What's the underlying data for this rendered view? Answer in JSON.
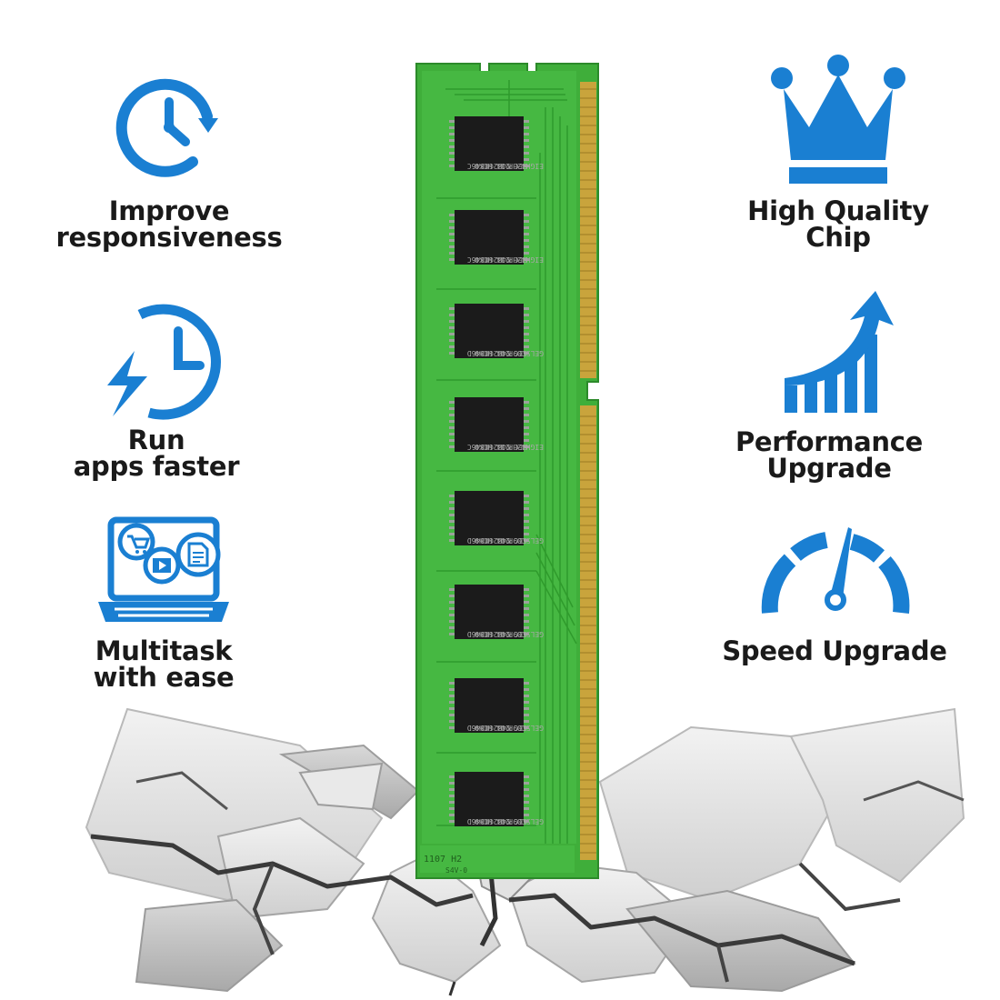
{
  "features_left": [
    {
      "line1": "Improve",
      "line2": "responsiveness",
      "icon": "clock-refresh-icon"
    },
    {
      "line1": "Run",
      "line2": "apps faster",
      "icon": "clock-lightning-icon"
    },
    {
      "line1": "Multitask",
      "line2": "with ease",
      "icon": "laptop-multitask-icon"
    }
  ],
  "features_right": [
    {
      "line1": "High Quality Chip",
      "line2": "",
      "icon": "crown-icon"
    },
    {
      "line1": "Performance",
      "line2": "Upgrade",
      "icon": "growth-chart-icon"
    },
    {
      "line1": "Speed Upgrade",
      "line2": "",
      "icon": "speedometer-icon"
    }
  ],
  "colors": {
    "accent_blue": "#1a7fd2",
    "pcb_green": "#3fae3a",
    "chip_black": "#1b1b1b",
    "gold_contact": "#c9a43c"
  },
  "ram_module": {
    "chip_labels": [
      [
        "K4B2G0846C",
        "SEC 234 HCK0",
        "EIGH42HP"
      ],
      [
        "K4B2G0846C",
        "SEC 234 HCK0",
        "EIGH42HP"
      ],
      [
        "K4B2G0846D",
        "SEC 204 HCH9",
        "GEL5C09P"
      ],
      [
        "K4B2G0846C",
        "SEC 234 HCK0",
        "EIGH42HP"
      ],
      [
        "K4B2G0846D",
        "SEC 204 HCH9",
        "GEL5C09P"
      ],
      [
        "K4B2G0846D",
        "SEC 204 HCH9",
        "GEL5C09P"
      ],
      [
        "K4B2G0846D",
        "SEC 204 HCH9",
        "GEL5C09P"
      ],
      [
        "K4B2G0846D",
        "SEC 204 HCH9",
        "GEL5C09P"
      ]
    ],
    "bottom_marking": "1107 H2",
    "bottom_marking_2": "S4V-0"
  }
}
